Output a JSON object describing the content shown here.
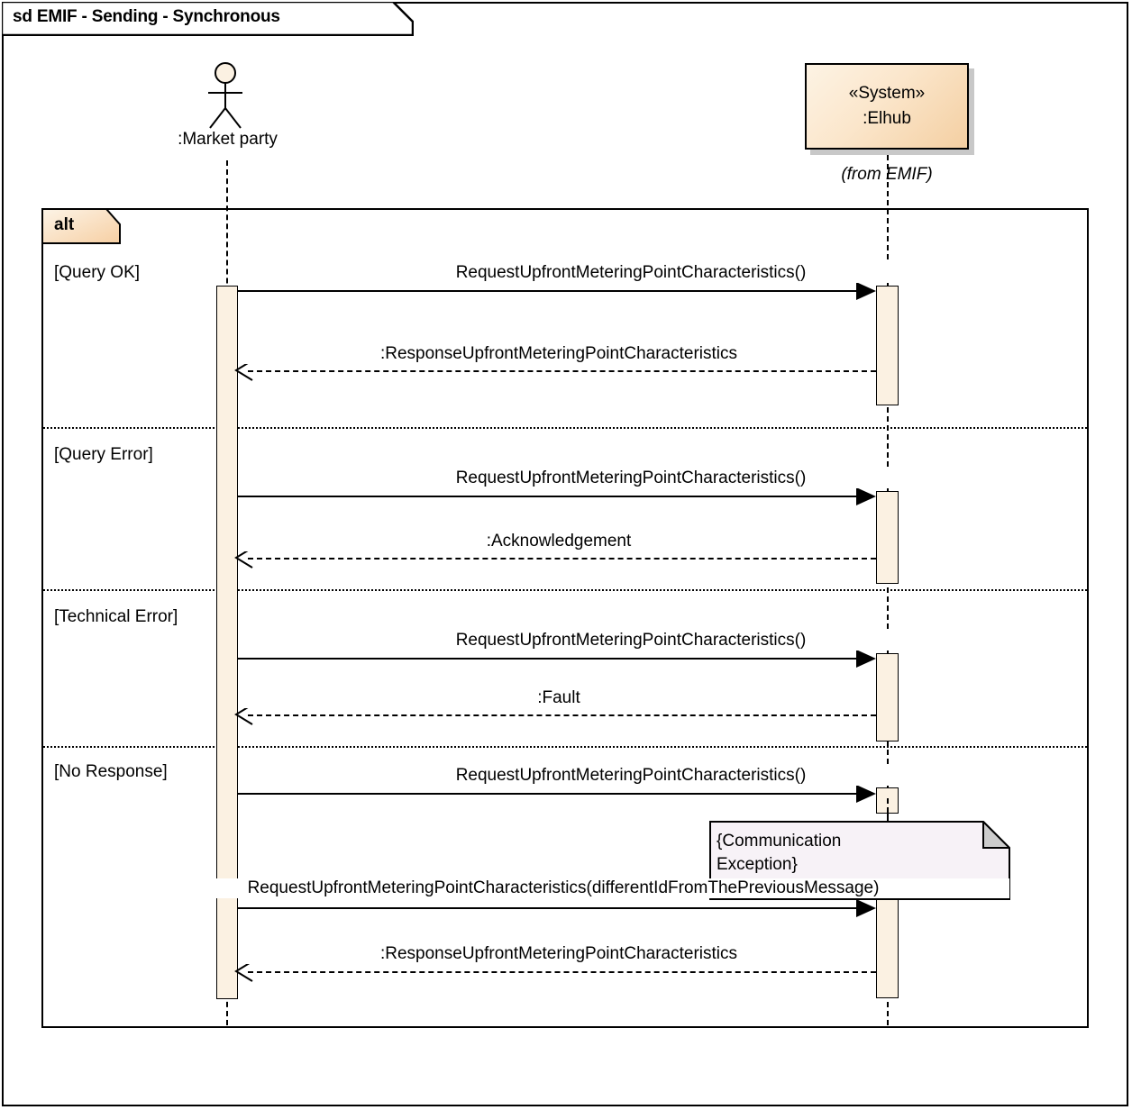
{
  "diagram": {
    "kind_keyword": "sd",
    "title": "EMIF - Sending - Synchronous",
    "full_title": "sd EMIF - Sending - Synchronous"
  },
  "participants": {
    "actor": {
      "label": ":Market party",
      "icon": "actor-stick-figure",
      "head_fill": "#fbf1e2"
    },
    "system": {
      "stereotype": "«System»",
      "name": ":Elhub",
      "from": "(from EMIF)",
      "fill_start": "#fdf3e4",
      "fill_end": "#f4cfa2"
    }
  },
  "fragment": {
    "operator": "alt",
    "operands": [
      {
        "guard": "[Query OK]"
      },
      {
        "guard": "[Query Error]"
      },
      {
        "guard": "[Technical Error]"
      },
      {
        "guard": "[No Response]"
      }
    ]
  },
  "messages": [
    {
      "label": "RequestUpfrontMeteringPointCharacteristics()",
      "kind": "call",
      "direction": "right"
    },
    {
      "label": ":ResponseUpfrontMeteringPointCharacteristics",
      "kind": "return",
      "direction": "left"
    },
    {
      "label": "RequestUpfrontMeteringPointCharacteristics()",
      "kind": "call",
      "direction": "right"
    },
    {
      "label": ":Acknowledgement",
      "kind": "return",
      "direction": "left"
    },
    {
      "label": "RequestUpfrontMeteringPointCharacteristics()",
      "kind": "call",
      "direction": "right"
    },
    {
      "label": ":Fault",
      "kind": "return",
      "direction": "left"
    },
    {
      "label": "RequestUpfrontMeteringPointCharacteristics()",
      "kind": "call",
      "direction": "right"
    },
    {
      "label": "RequestUpfrontMeteringPointCharacteristics(differentIdFromThePreviousMessage)",
      "kind": "call",
      "direction": "right"
    },
    {
      "label": ":ResponseUpfrontMeteringPointCharacteristics",
      "kind": "return",
      "direction": "left"
    }
  ],
  "note": {
    "text": "{Communication Exception}",
    "fill": "#f7f2f7",
    "fold_fill": "#cccccc"
  },
  "colors": {
    "stroke": "#000000",
    "activation_fill": "#fbf1e2",
    "background": "#ffffff"
  }
}
